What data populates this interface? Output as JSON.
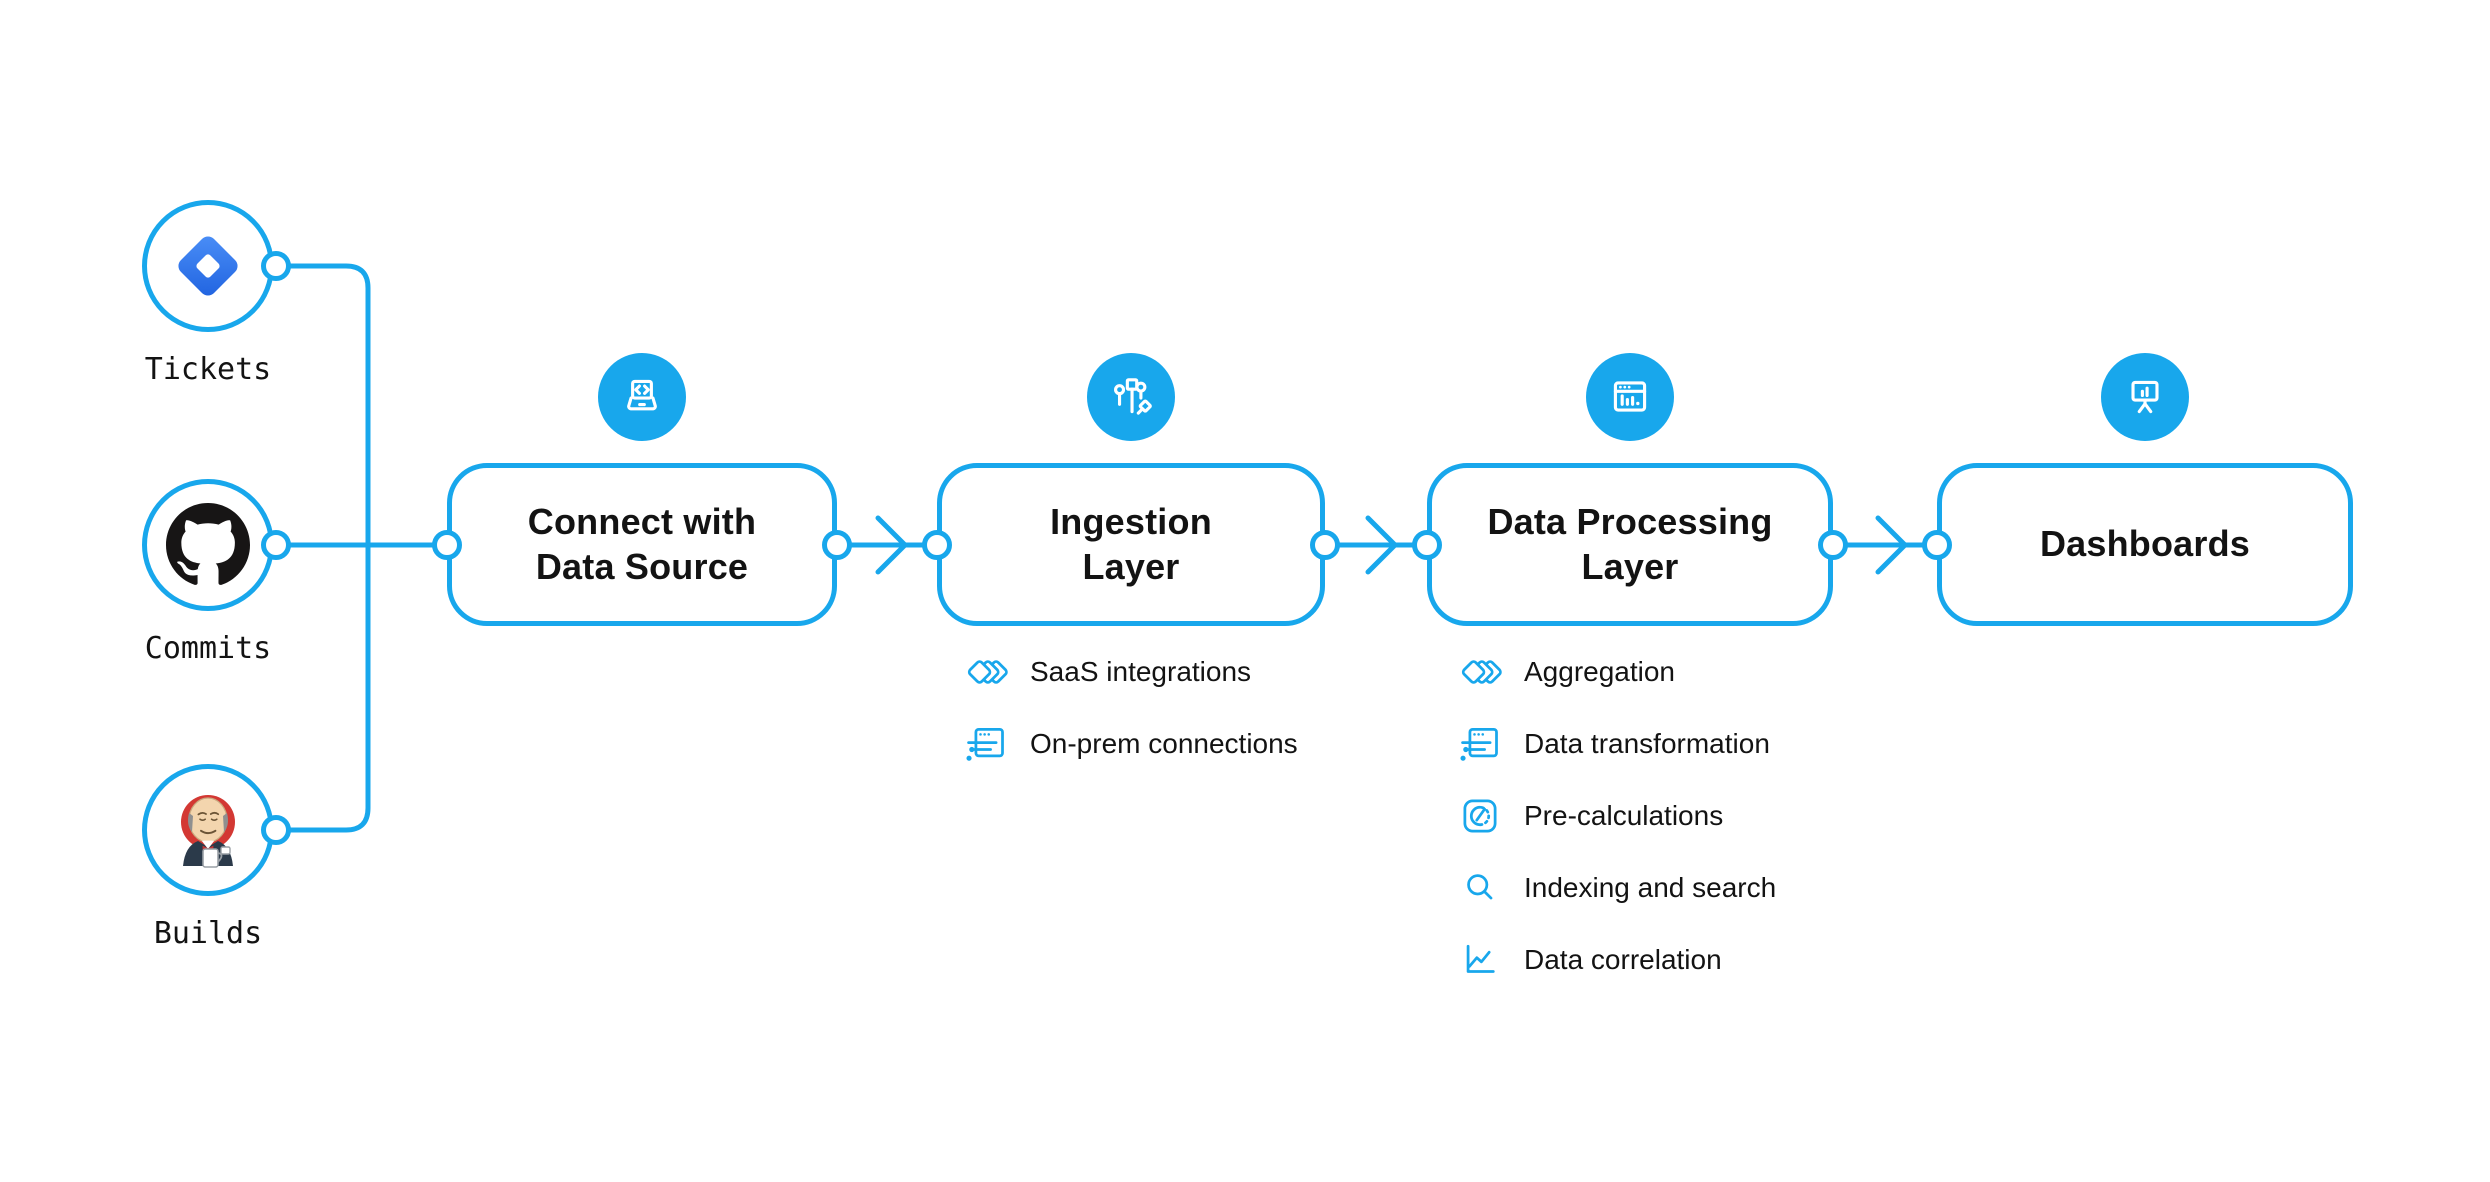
{
  "colors": {
    "accent": "#18a7ec",
    "text": "#131313",
    "jira_gradient_start": "#4b8ff7",
    "jira_gradient_end": "#2063e0",
    "github_black": "#171515",
    "jenkins_red": "#d33833"
  },
  "sources": [
    {
      "label": "Tickets",
      "icon": "jira-icon"
    },
    {
      "label": "Commits",
      "icon": "github-icon"
    },
    {
      "label": "Builds",
      "icon": "jenkins-icon"
    }
  ],
  "stages": [
    {
      "title": "Connect with Data Source",
      "icon": "laptop-code-icon",
      "items": []
    },
    {
      "title": "Ingestion Layer",
      "icon": "circuit-branches-icon",
      "items": [
        {
          "label": "SaaS integrations",
          "icon": "diamonds-icon"
        },
        {
          "label": "On-prem connections",
          "icon": "window-connections-icon"
        }
      ]
    },
    {
      "title": "Data Processing Layer",
      "icon": "browser-chart-icon",
      "items": [
        {
          "label": "Aggregation",
          "icon": "diamonds-icon"
        },
        {
          "label": "Data transformation",
          "icon": "window-connections-icon"
        },
        {
          "label": "Pre-calculations",
          "icon": "gauge-icon"
        },
        {
          "label": "Indexing and search",
          "icon": "search-icon"
        },
        {
          "label": "Data correlation",
          "icon": "line-chart-icon"
        }
      ]
    },
    {
      "title": "Dashboards",
      "icon": "presentation-chart-icon",
      "items": []
    }
  ]
}
